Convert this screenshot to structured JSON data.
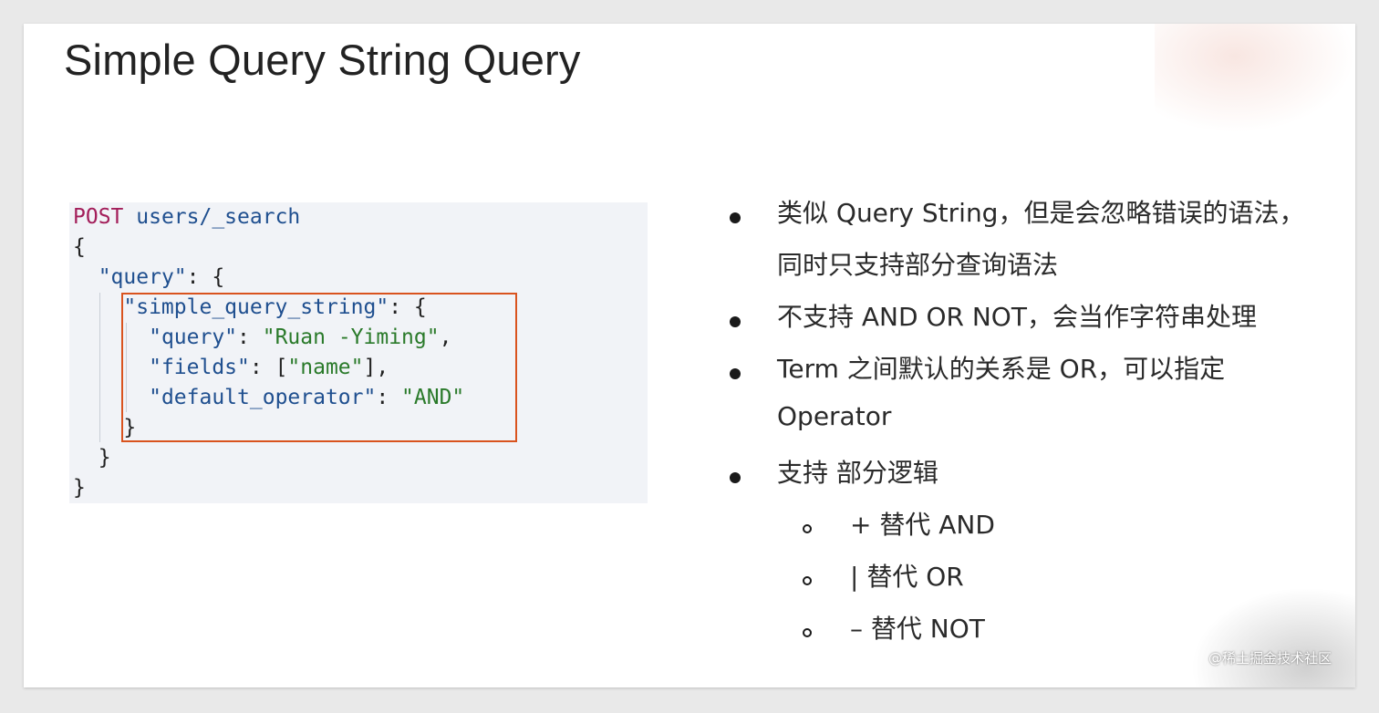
{
  "slide": {
    "title": "Simple Query String Query"
  },
  "code": {
    "lines": [
      [
        {
          "t": "method",
          "v": "POST"
        },
        {
          "t": "punc",
          "v": " "
        },
        {
          "t": "path",
          "v": "users/_search"
        }
      ],
      [
        {
          "t": "punc",
          "v": "{"
        }
      ],
      [
        {
          "t": "punc",
          "v": "  "
        },
        {
          "t": "key",
          "v": "\"query\""
        },
        {
          "t": "punc",
          "v": ": {"
        }
      ],
      [
        {
          "t": "punc",
          "v": "    "
        },
        {
          "t": "key",
          "v": "\"simple_query_string\""
        },
        {
          "t": "punc",
          "v": ": {"
        }
      ],
      [
        {
          "t": "punc",
          "v": "      "
        },
        {
          "t": "key",
          "v": "\"query\""
        },
        {
          "t": "punc",
          "v": ": "
        },
        {
          "t": "str",
          "v": "\"Ruan -Yiming\""
        },
        {
          "t": "punc",
          "v": ","
        }
      ],
      [
        {
          "t": "punc",
          "v": "      "
        },
        {
          "t": "key",
          "v": "\"fields\""
        },
        {
          "t": "punc",
          "v": ": ["
        },
        {
          "t": "str",
          "v": "\"name\""
        },
        {
          "t": "punc",
          "v": "],"
        }
      ],
      [
        {
          "t": "punc",
          "v": "      "
        },
        {
          "t": "key",
          "v": "\"default_operator\""
        },
        {
          "t": "punc",
          "v": ": "
        },
        {
          "t": "str",
          "v": "\"AND\""
        }
      ],
      [
        {
          "t": "punc",
          "v": "    }"
        }
      ],
      [
        {
          "t": "punc",
          "v": "  }"
        }
      ],
      [
        {
          "t": "punc",
          "v": "}"
        }
      ]
    ]
  },
  "bullets": {
    "items": [
      {
        "level": 1,
        "lines": [
          "类似 Query String，但是会忽略错误的语法，",
          "同时只支持部分查询语法"
        ]
      },
      {
        "level": 1,
        "lines": [
          "不支持 AND OR NOT，会当作字符串处理"
        ]
      },
      {
        "level": 1,
        "lines": [
          "Term 之间默认的关系是 OR，可以指定",
          "Operator"
        ]
      },
      {
        "level": 1,
        "lines": [
          "支持 部分逻辑"
        ]
      },
      {
        "level": 2,
        "lines": [
          "+ 替代 AND"
        ]
      },
      {
        "level": 2,
        "lines": [
          "| 替代 OR"
        ]
      },
      {
        "level": 2,
        "lines": [
          "– 替代 NOT"
        ]
      }
    ]
  },
  "watermark": "@稀土掘金技术社区",
  "colors": {
    "highlight_border": "#d9531e",
    "code_bg": "#f1f3f7",
    "method": "#a31e5a",
    "key": "#1f4f8f",
    "string": "#2a7a2a"
  }
}
